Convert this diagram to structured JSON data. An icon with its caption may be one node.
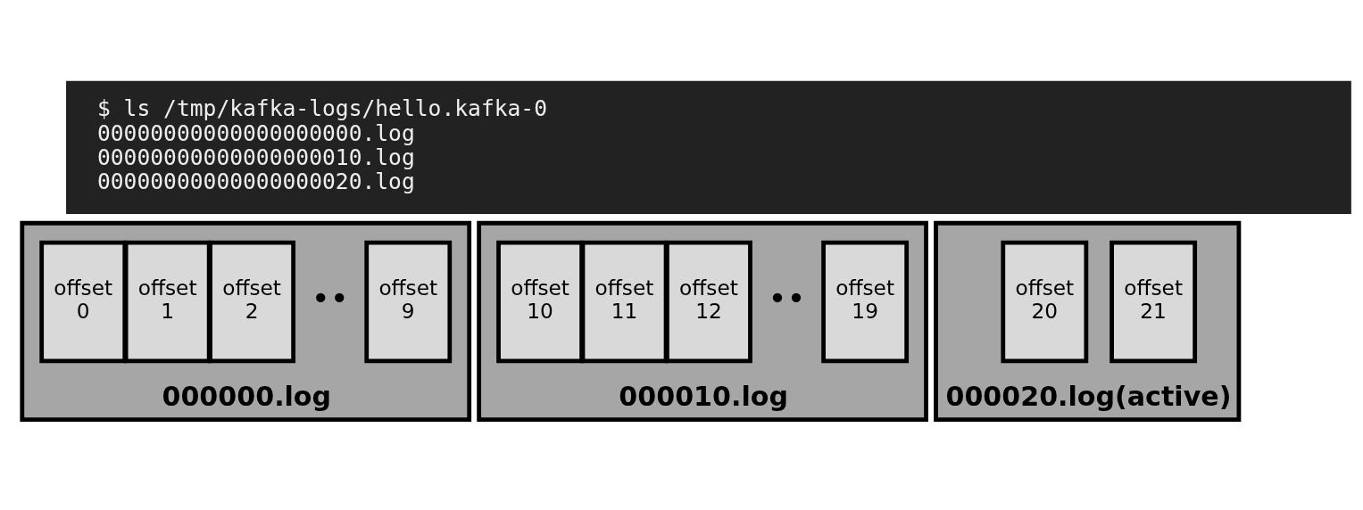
{
  "diagram": {
    "nodes": [
      {
        "text": [
          "$ ls /tmp/kafka-logs/hello.kafka-0",
          "00000000000000000000.log",
          "00000000000000000010.log",
          "00000000000000000020.log"
        ]
      },
      {
        "text": [
          "000000.log"
        ]
      },
      {
        "text": [
          "offset 0"
        ],
        "in": 1
      },
      {
        "text": [
          "offset 1"
        ],
        "in": 1
      },
      {
        "text": [
          "offset 2"
        ],
        "in": 1
      },
      {
        "text": [
          "offset 9"
        ],
        "in": 1
      },
      {
        "text": [
          "000010.log"
        ]
      },
      {
        "text": [
          "offset 10"
        ],
        "in": 6
      },
      {
        "text": [
          "offset 11"
        ],
        "in": 6
      },
      {
        "text": [
          "offset 12"
        ],
        "in": 6
      },
      {
        "text": [
          "offset 19"
        ],
        "in": 6
      },
      {
        "text": [
          "000020.log(active)"
        ]
      },
      {
        "text": [
          "offset 20"
        ],
        "in": 11
      },
      {
        "text": [
          "offset 21"
        ],
        "in": 11
      }
    ],
    "labels": [
      "••",
      "••"
    ]
  }
}
